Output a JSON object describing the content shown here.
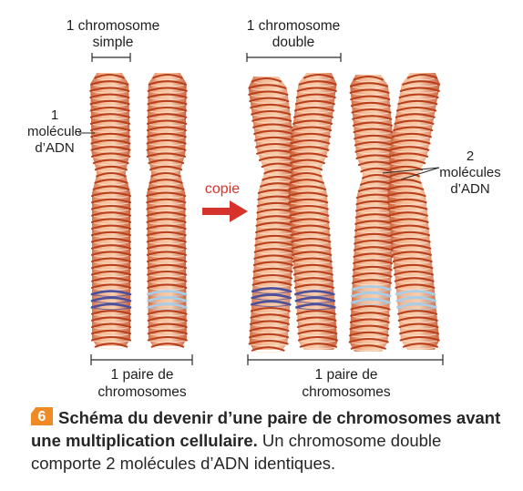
{
  "labels": {
    "chromosome_simple_line1": "1 chromosome",
    "chromosome_simple_line2": "simple",
    "chromosome_double_line1": "1 chromosome",
    "chromosome_double_line2": "double",
    "molecule_line1": "1",
    "molecule_line2": "molécule",
    "molecule_line3": "d’ADN",
    "copie": "copie",
    "deux_molecules_line1": "2",
    "deux_molecules_line2": "molécules",
    "deux_molecules_line3": "d’ADN",
    "paire_left_line1": "1 paire de",
    "paire_left_line2": "chromosomes",
    "paire_right_line1": "1 paire de",
    "paire_right_line2": "chromosomes"
  },
  "caption": {
    "number": "6",
    "title": "Schéma du devenir d’une paire de chromosomes avant une multiplication cellulaire.",
    "text": " Un chromosome double comporte 2 molécules d’ADN identiques."
  },
  "colors": {
    "coil_stroke": "#b8401c",
    "coil_fill": "#ee9a6c",
    "coil_dark_band": "#4c4f9a",
    "coil_light_band": "#a9cde6",
    "arrow": "#d7332d",
    "badge": "#f08a24"
  }
}
